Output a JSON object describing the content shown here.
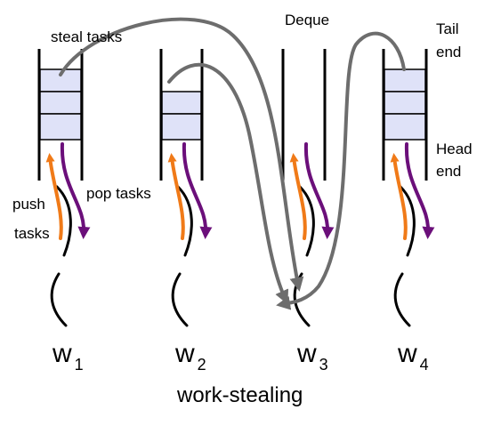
{
  "labels": {
    "steal_tasks": "steal tasks",
    "deque": "Deque",
    "tail": "Tail",
    "tail_end": "end",
    "head": "Head",
    "head_end": "end",
    "push": "push",
    "push_tasks": "tasks",
    "pop_tasks": "pop tasks"
  },
  "workers": [
    {
      "letter": "w",
      "index": "1",
      "slots": 3
    },
    {
      "letter": "w",
      "index": "2",
      "slots": 2
    },
    {
      "letter": "w",
      "index": "3",
      "slots": 0
    },
    {
      "letter": "w",
      "index": "4",
      "slots": 3
    }
  ],
  "caption": "work-stealing",
  "colors": {
    "slot_fill": "#dfe2f8",
    "push_arrow": "#f07a18",
    "pop_arrow": "#6b0f7a",
    "steal_arrow": "#6d6d6d",
    "wall": "#000000"
  }
}
